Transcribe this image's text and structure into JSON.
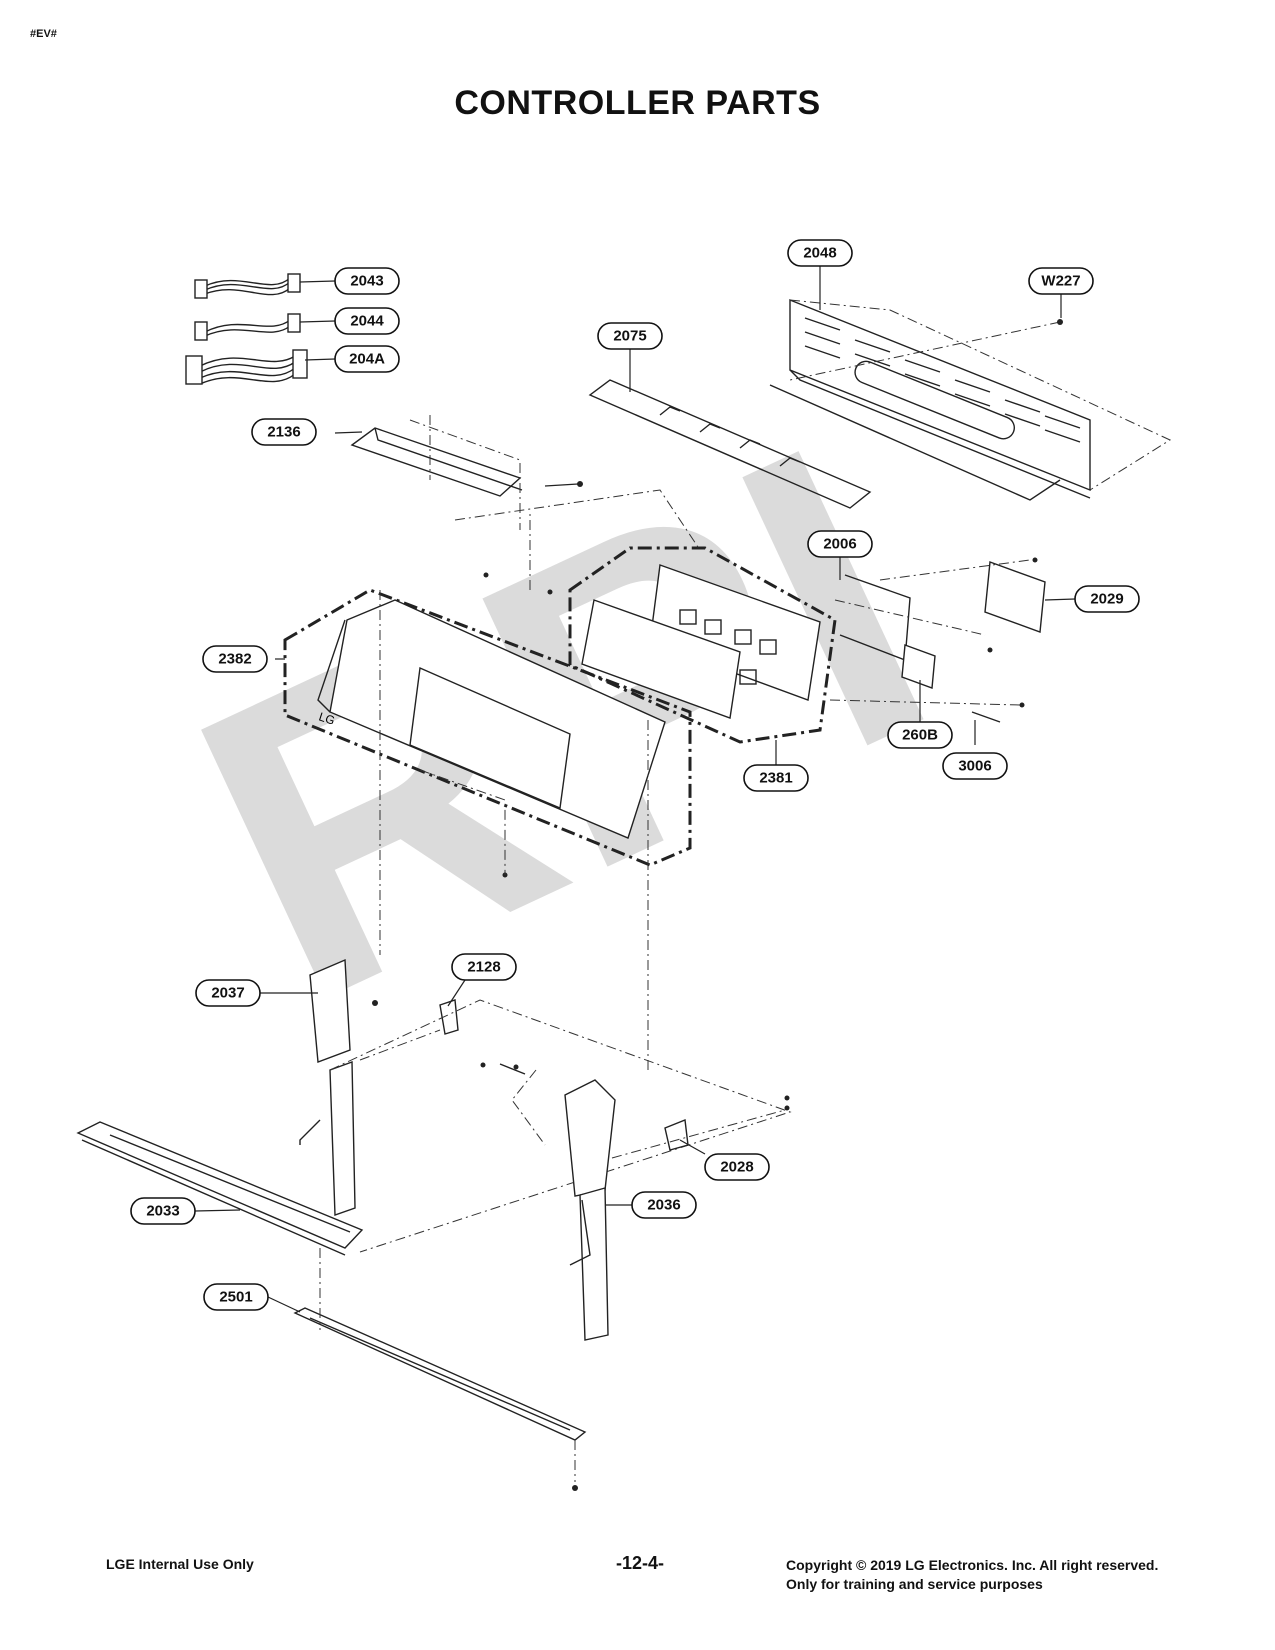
{
  "header": {
    "tag": "#EV#",
    "title": "CONTROLLER PARTS"
  },
  "watermark": "RPI",
  "callouts": [
    "2043",
    "2044",
    "204A",
    "2136",
    "2075",
    "2048",
    "W227",
    "2006",
    "2029",
    "2382",
    "2381",
    "260B",
    "3006",
    "2037",
    "2128",
    "2028",
    "2033",
    "2036",
    "2501"
  ],
  "footer": {
    "left": "LGE Internal Use Only",
    "page": "-12-4-",
    "copyright": "Copyright © 2019 LG Electronics. Inc. All right reserved.",
    "purpose": "Only for training and service purposes"
  }
}
